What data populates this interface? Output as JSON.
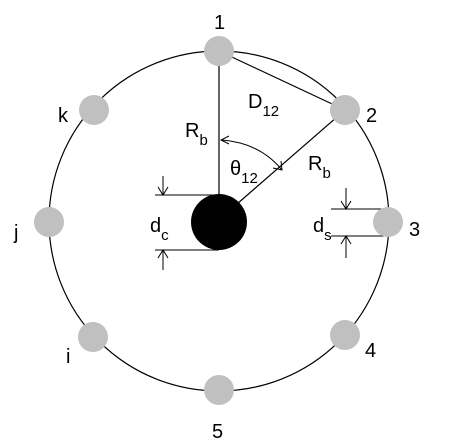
{
  "colors": {
    "line": "#000000",
    "strand": "#c0c0c0",
    "center": "#000000",
    "background": "#ffffff"
  },
  "labels": {
    "n1": "1",
    "n2": "2",
    "n3": "3",
    "n4": "4",
    "n5": "5",
    "ni": "i",
    "nj": "j",
    "nk": "k"
  },
  "annotations": {
    "distance_main": "D",
    "distance_sub": "12",
    "radius_main": "R",
    "radius_sub": "b",
    "angle_main": "θ",
    "angle_sub": "12",
    "center_diam_main": "d",
    "center_diam_sub": "c",
    "strand_diam_main": "d",
    "strand_diam_sub": "s"
  }
}
